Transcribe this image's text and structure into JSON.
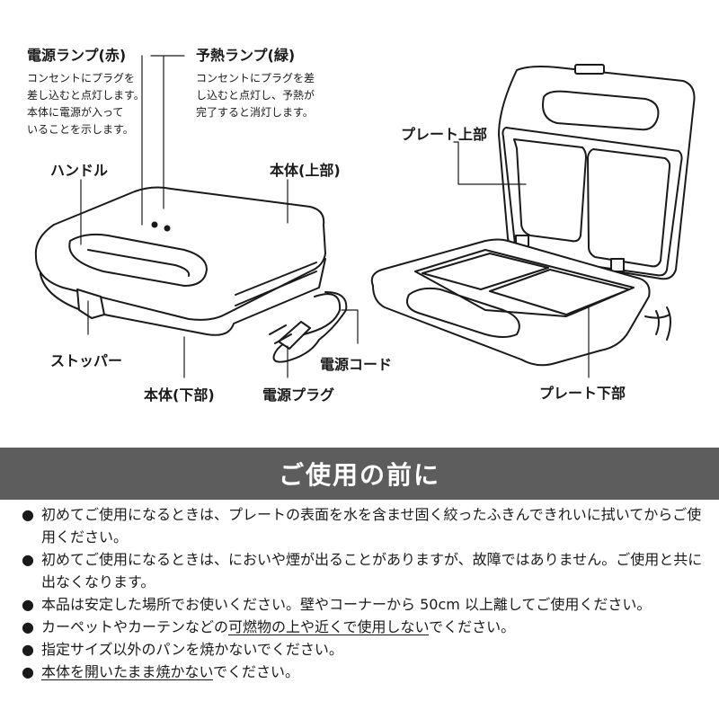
{
  "labels": {
    "power_lamp": "電源ランプ(赤)",
    "power_lamp_desc": [
      "コンセントにプラグを",
      "差し込むと点灯します。",
      "本体に電源が入って",
      "いることを示します。"
    ],
    "preheat_lamp": "予熱ランプ(緑)",
    "preheat_lamp_desc": [
      "コンセントにプラグを差",
      "し込むと点灯し、予熱が",
      "完了すると消灯します。"
    ],
    "handle": "ハンドル",
    "body_upper": "本体(上部)",
    "plate_upper": "プレート上部",
    "stopper": "ストッパー",
    "power_cord": "電源コード",
    "body_lower": "本体(下部)",
    "power_plug": "電源プラグ",
    "plate_lower": "プレート下部"
  },
  "section": {
    "title": "ご使用の前に"
  },
  "bullet": "●",
  "notes": {
    "n1": "初めてご使用になるときは、プレートの表面を水を含ませ固く絞ったふきんできれいに拭いてからご使用ください。",
    "n2": "初めてご使用になるときは、においや煙が出ることがありますが、故障ではありません。ご使用と共に出なくなります。",
    "n3": "本品は安定した場所でお使いください。壁やコーナーから 50cm 以上離してご使用ください。",
    "n4_a": "カーペットやカーテンなどの",
    "n4_b": "可燃物の上や近くで使用しない",
    "n4_c": "でください。",
    "n5": "指定サイズ以外のパンを焼かないでください。",
    "n6_a": "本体を開いたまま焼かない",
    "n6_b": "でください。"
  }
}
